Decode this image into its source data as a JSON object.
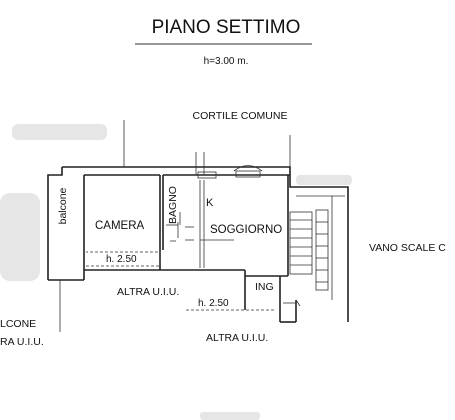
{
  "title": "PIANO SETTIMO",
  "height_note": "h=3.00 m.",
  "labels": {
    "courtyard": "CORTILE COMUNE",
    "balcony_vertical": "balcone",
    "bedroom": "CAMERA",
    "bathroom": "BAGNO",
    "kitchen": "K",
    "living": "SOGGIORNO",
    "entrance": "ING",
    "stairwell": "VANO SCALE C",
    "ceiling_height_1": "h. 2.50",
    "ceiling_height_2": "h. 2.50",
    "other_unit_1": "ALTRA U.I.U.",
    "other_unit_2": "ALTRA U.I.U.",
    "balcony_cut": "LCONE",
    "other_unit_cut": "RA U.I.U."
  }
}
